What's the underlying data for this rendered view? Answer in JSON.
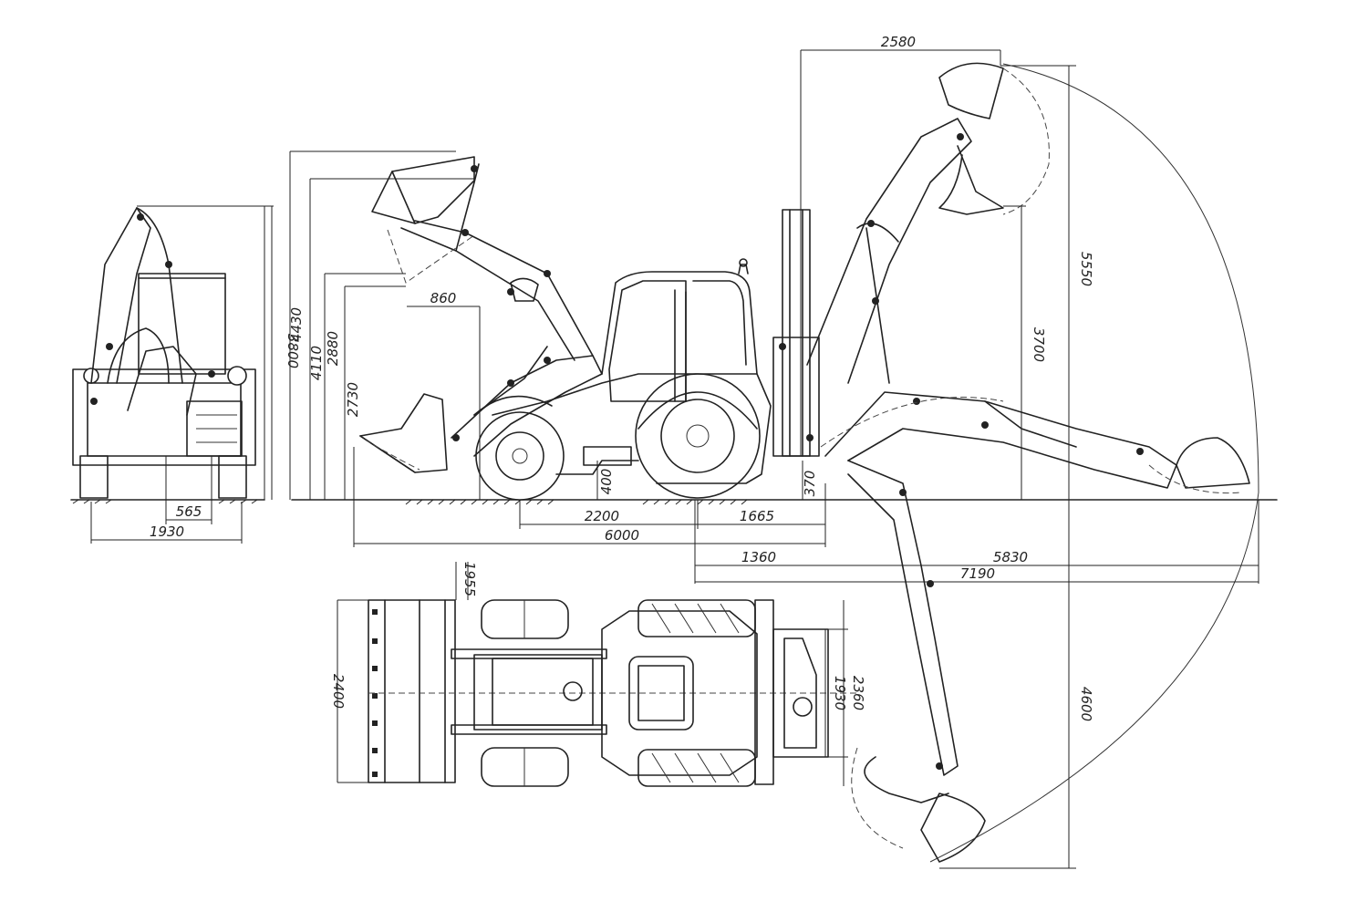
{
  "drawing": {
    "units": "mm",
    "views": [
      "front",
      "side",
      "top",
      "backhoe-reach"
    ],
    "front_view": {
      "height": "3800",
      "inner_width": "565",
      "track_width": "1930"
    },
    "side_view": {
      "loader_heights": [
        "4430",
        "4110",
        "2880",
        "2730"
      ],
      "reach": "860",
      "ground_clearance": "400",
      "wheelbase": "2200",
      "rear_axle_to_end": "1665",
      "overall_length": "6000",
      "dig_depth_offset": "370"
    },
    "top_view": {
      "bucket_width": "2400",
      "front_overhang": "1955",
      "stabilizer_width": "2360",
      "body_width": "1930"
    },
    "backhoe": {
      "top_reach": "2580",
      "max_height": "5550",
      "mid_height": "3700",
      "dig_depth": "4600",
      "horiz_1360": "1360",
      "horiz_5830": "5830",
      "horiz_7190": "7190"
    }
  }
}
